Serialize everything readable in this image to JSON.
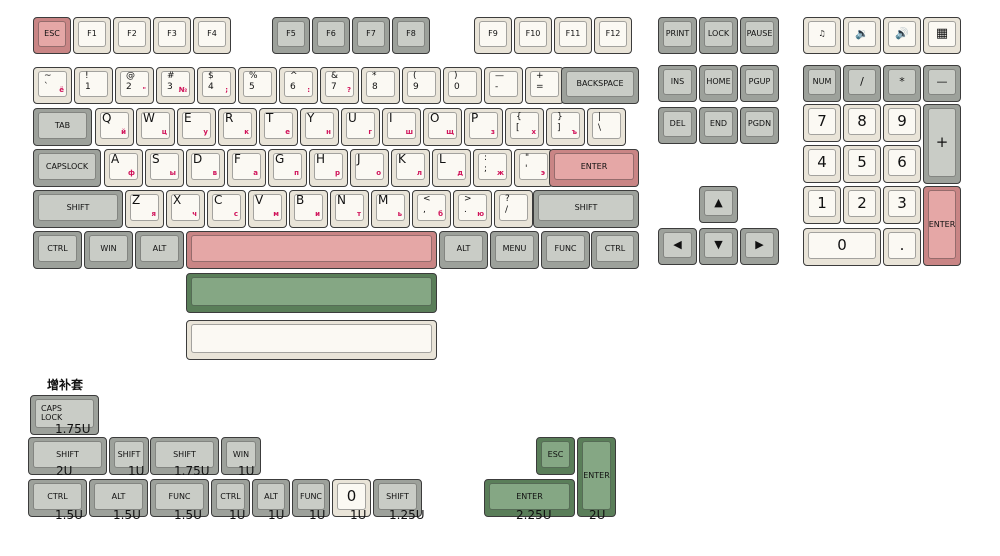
{
  "colors": {
    "cream": "#fbf9f3",
    "gray": "#c9ccc6",
    "pink": "#e5a7a6",
    "green": "#85a784"
  },
  "fn_row": {
    "esc": "ESC",
    "f1": "F1",
    "f2": "F2",
    "f3": "F3",
    "f4": "F4",
    "f5": "F5",
    "f6": "F6",
    "f7": "F7",
    "f8": "F8",
    "f9": "F9",
    "f10": "F10",
    "f11": "F11",
    "f12": "F12"
  },
  "nav": {
    "print": "PRINT",
    "lock": "LOCK",
    "pause": "PAUSE",
    "ins": "INS",
    "home": "HOME",
    "pgup": "PGUP",
    "del": "DEL",
    "end": "END",
    "pgdn": "PGDN",
    "up": "▲",
    "left": "◀",
    "down": "▼",
    "right": "▶"
  },
  "media": {
    "music": "♫",
    "vol_down": "🔉",
    "vol_up": "🔊",
    "calc": "▦"
  },
  "numpad": {
    "num": "NUM",
    "slash": "/",
    "star": "*",
    "minus": "—",
    "n7": "7",
    "n8": "8",
    "n9": "9",
    "plus": "+",
    "n4": "4",
    "n5": "5",
    "n6": "6",
    "n1": "1",
    "n2": "2",
    "n3": "3",
    "enter": "ENTER",
    "n0": "0",
    "dot": "."
  },
  "row1": [
    {
      "main": "~\n`",
      "sub": "ё"
    },
    {
      "main": "!\n1",
      "sub": ""
    },
    {
      "main": "@\n2",
      "sub": "\""
    },
    {
      "main": "#\n3",
      "sub": "№"
    },
    {
      "main": "$\n4",
      "sub": ";"
    },
    {
      "main": "%\n5",
      "sub": ""
    },
    {
      "main": "^\n6",
      "sub": ":"
    },
    {
      "main": "&\n7",
      "sub": "?"
    },
    {
      "main": "*\n8",
      "sub": ""
    },
    {
      "main": "(\n9",
      "sub": ""
    },
    {
      "main": ")\n0",
      "sub": ""
    },
    {
      "main": "—\n-",
      "sub": ""
    },
    {
      "main": "+\n=",
      "sub": ""
    }
  ],
  "backspace": "BACKSPACE",
  "tab": "TAB",
  "row2": [
    {
      "main": "Q",
      "sub": "й"
    },
    {
      "main": "W",
      "sub": "ц"
    },
    {
      "main": "E",
      "sub": "у"
    },
    {
      "main": "R",
      "sub": "к"
    },
    {
      "main": "T",
      "sub": "е"
    },
    {
      "main": "Y",
      "sub": "н"
    },
    {
      "main": "U",
      "sub": "г"
    },
    {
      "main": "I",
      "sub": "ш"
    },
    {
      "main": "O",
      "sub": "щ"
    },
    {
      "main": "P",
      "sub": "з"
    },
    {
      "main": "{\n[",
      "sub": "х"
    },
    {
      "main": "}\n]",
      "sub": "ъ"
    },
    {
      "main": "|\n\\",
      "sub": ""
    }
  ],
  "capslock": "CAPSLOCK",
  "row3": [
    {
      "main": "A",
      "sub": "ф"
    },
    {
      "main": "S",
      "sub": "ы"
    },
    {
      "main": "D",
      "sub": "в"
    },
    {
      "main": "F",
      "sub": "а"
    },
    {
      "main": "G",
      "sub": "п"
    },
    {
      "main": "H",
      "sub": "р"
    },
    {
      "main": "J",
      "sub": "о"
    },
    {
      "main": "K",
      "sub": "л"
    },
    {
      "main": "L",
      "sub": "д"
    },
    {
      "main": ":\n;",
      "sub": "ж"
    },
    {
      "main": "\"\n'",
      "sub": "э"
    }
  ],
  "enter": "ENTER",
  "shift": "SHIFT",
  "row4": [
    {
      "main": "Z",
      "sub": "я"
    },
    {
      "main": "X",
      "sub": "ч"
    },
    {
      "main": "C",
      "sub": "с"
    },
    {
      "main": "V",
      "sub": "м"
    },
    {
      "main": "B",
      "sub": "и"
    },
    {
      "main": "N",
      "sub": "т"
    },
    {
      "main": "M",
      "sub": "ь"
    },
    {
      "main": "<\n,",
      "sub": "б"
    },
    {
      "main": ">\n.",
      "sub": "ю"
    },
    {
      "main": "?\n/",
      "sub": ""
    }
  ],
  "bottom": {
    "ctrl": "CTRL",
    "win": "WIN",
    "alt": "ALT",
    "menu": "MENU",
    "func": "FUNC"
  },
  "extras": {
    "title": "增补套",
    "caps_lock": "CAPS\nLOCK",
    "shift": "SHIFT",
    "win": "WIN",
    "ctrl": "CTRL",
    "alt": "ALT",
    "func": "FUNC",
    "zero": "0",
    "esc": "ESC",
    "enter": "ENTER",
    "units": {
      "caps": "1.75U",
      "shift2": "2U",
      "shift1": "1U",
      "shift175": "1.75U",
      "win1": "1U",
      "ctrl15": "1.5U",
      "alt15": "1.5U",
      "func15": "1.5U",
      "ctrl1": "1U",
      "alt1": "1U",
      "func1": "1U",
      "zero1": "1U",
      "shift125": "1.25U",
      "enter225": "2.25U",
      "enter2": "2U"
    }
  }
}
